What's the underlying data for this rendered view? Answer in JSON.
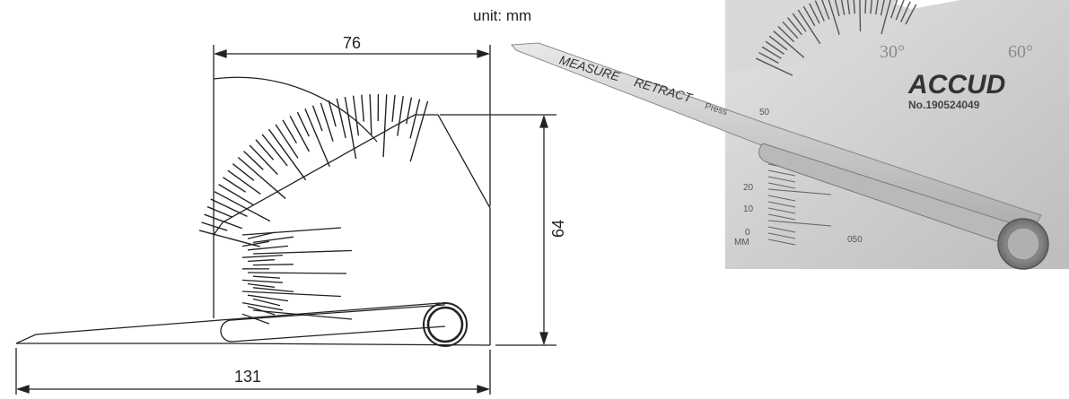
{
  "unit_label": "unit: mm",
  "dimensions": {
    "width_top": "76",
    "height": "64",
    "length": "131"
  },
  "photo": {
    "angle_left": "30°",
    "angle_right": "60°",
    "brand": "ACCUD",
    "model": "No.190524049",
    "blade_measure": "MEASURE",
    "blade_retract": "RETRACT",
    "press_label": "Press",
    "scale_mm": "MM",
    "scale_050": "050",
    "scale_50": "50",
    "scale_20": "20",
    "scale_10": "10",
    "scale_0": "0"
  },
  "colors": {
    "line": "#222222",
    "photo_bg": "#cfcfcf",
    "photo_dark": "#9a9a9a"
  }
}
